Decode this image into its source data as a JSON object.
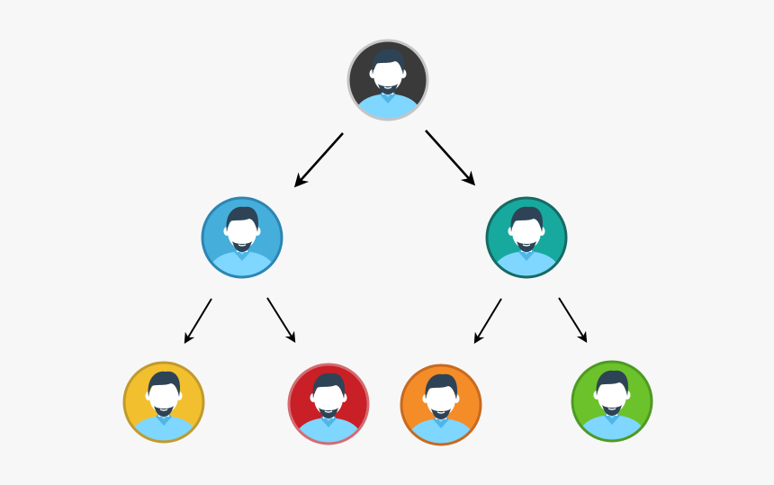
{
  "background": "#f7f7f7",
  "arrow_color": "#000000",
  "person_colors": {
    "face": "#ffffff",
    "hair": "#2e4456",
    "shirt": "#7fd6ff",
    "collar": "#4fb6e6"
  },
  "nodes": [
    {
      "id": "root",
      "icon": "person-avatar-icon",
      "bg": "#3a3a3a",
      "ring": "#c5c5c5",
      "level": 0,
      "order": 0
    },
    {
      "id": "left-mid",
      "icon": "person-avatar-icon",
      "bg": "#45aedb",
      "ring": "#2b86b3",
      "level": 1,
      "order": 0
    },
    {
      "id": "right-mid",
      "icon": "person-avatar-icon",
      "bg": "#17a99e",
      "ring": "#166a63",
      "level": 1,
      "order": 1
    },
    {
      "id": "leaf-yellow",
      "icon": "person-avatar-icon",
      "bg": "#f2c02e",
      "ring": "#c19a2d",
      "level": 2,
      "order": 0
    },
    {
      "id": "leaf-red",
      "icon": "person-avatar-icon",
      "bg": "#c91f26",
      "ring": "#d46c72",
      "level": 2,
      "order": 1
    },
    {
      "id": "leaf-orange",
      "icon": "person-avatar-icon",
      "bg": "#f48c28",
      "ring": "#c86a1e",
      "level": 2,
      "order": 2
    },
    {
      "id": "leaf-green",
      "icon": "person-avatar-icon",
      "bg": "#6cc22a",
      "ring": "#4e9a22",
      "level": 2,
      "order": 3
    }
  ],
  "edges": [
    {
      "from": "root",
      "to": "left-mid"
    },
    {
      "from": "root",
      "to": "right-mid"
    },
    {
      "from": "left-mid",
      "to": "leaf-yellow"
    },
    {
      "from": "left-mid",
      "to": "leaf-red"
    },
    {
      "from": "right-mid",
      "to": "leaf-orange"
    },
    {
      "from": "right-mid",
      "to": "leaf-green"
    }
  ]
}
